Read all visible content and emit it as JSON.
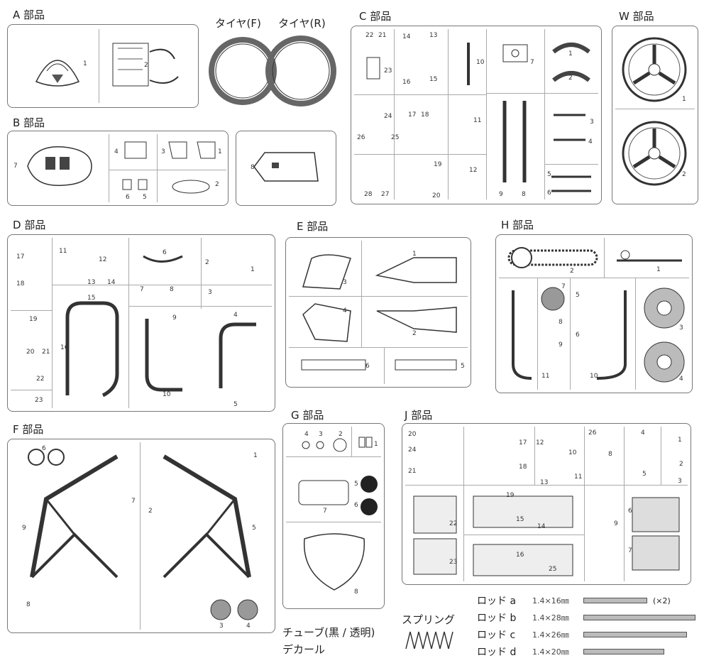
{
  "headers": {
    "a": "A 部品",
    "tire_f": "タイヤ(F)",
    "tire_r": "タイヤ(R)",
    "b": "B 部品",
    "c": "C 部品",
    "w": "W 部品",
    "d": "D 部品",
    "e": "E 部品",
    "h": "H 部品",
    "f": "F 部品",
    "g": "G 部品",
    "j": "J 部品"
  },
  "a_nums": [
    "1",
    "2"
  ],
  "b_nums": [
    "7",
    "4",
    "3",
    "1",
    "6",
    "5",
    "2",
    "8"
  ],
  "c_nums": [
    "22",
    "21",
    "14",
    "13",
    "23",
    "16",
    "15",
    "10",
    "7",
    "1",
    "2",
    "24",
    "17",
    "18",
    "11",
    "26",
    "25",
    "3",
    "19",
    "4",
    "12",
    "28",
    "27",
    "20",
    "9",
    "8",
    "5",
    "6"
  ],
  "w_nums": [
    "1",
    "2"
  ],
  "d_nums": [
    "17",
    "11",
    "12",
    "6",
    "2",
    "1",
    "18",
    "13",
    "14",
    "7",
    "8",
    "3",
    "15",
    "9",
    "4",
    "19",
    "16",
    "20",
    "21",
    "22",
    "10",
    "23",
    "5"
  ],
  "e_nums": [
    "1",
    "3",
    "4",
    "2",
    "6",
    "5"
  ],
  "h_nums": [
    "2",
    "1",
    "7",
    "5",
    "3",
    "8",
    "9",
    "6",
    "11",
    "10",
    "4"
  ],
  "f_nums": [
    "6",
    "1",
    "7",
    "9",
    "2",
    "5",
    "8",
    "3",
    "4"
  ],
  "g_nums": [
    "4",
    "3",
    "2",
    "1",
    "5",
    "7",
    "6",
    "8"
  ],
  "j_nums": [
    "20",
    "17",
    "12",
    "10",
    "26",
    "8",
    "4",
    "1",
    "24",
    "18",
    "11",
    "2",
    "21",
    "13",
    "5",
    "3",
    "19",
    "22",
    "15",
    "14",
    "9",
    "6",
    "23",
    "16",
    "25",
    "7"
  ],
  "bottom": {
    "tube": "チューブ(黒 / 透明)",
    "decal": "デカール",
    "spring": "スプリング",
    "rods": [
      {
        "name": "ロッド a",
        "size": "1.4×16㎜",
        "note": "(×2)"
      },
      {
        "name": "ロッド b",
        "size": "1.4×28㎜",
        "note": ""
      },
      {
        "name": "ロッド c",
        "size": "1.4×26㎜",
        "note": ""
      },
      {
        "name": "ロッド d",
        "size": "1.4×20㎜",
        "note": ""
      }
    ]
  }
}
